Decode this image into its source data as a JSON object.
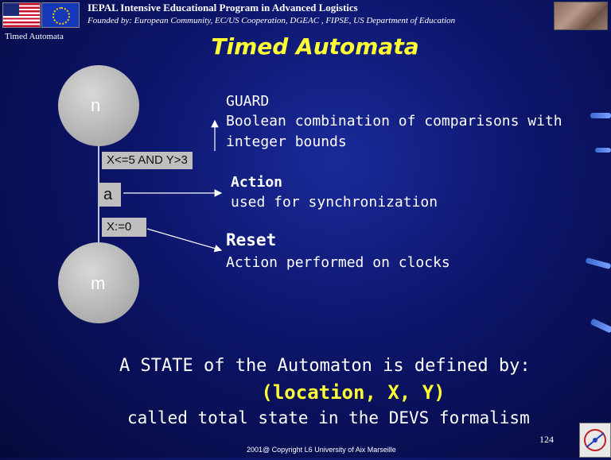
{
  "header": {
    "program": "IEPAL Intensive Educational Program in Advanced Logistics",
    "founders": "Founded by: European Community, EC/US Cooperation, DGEAC , FIPSE, US Department of Education"
  },
  "corner_label": "Timed Automata",
  "title": "Timed Automata",
  "diagram": {
    "state_n": "n",
    "state_m": "m",
    "guard_box": "X<=5 AND Y>3",
    "action_box": "a",
    "reset_box": "X:=0"
  },
  "annotations": {
    "guard_title": "GUARD",
    "guard_line1": "Boolean combination of comparisons with",
    "guard_line2": "integer bounds",
    "action_title": "Action",
    "action_desc": "used for synchronization",
    "reset_title": "Reset",
    "reset_desc": "Action performed on clocks"
  },
  "footer": {
    "line1": "A STATE of the Automaton is defined by:",
    "line2": "(location, X, Y)",
    "line3": "called total state in the DEVS formalism",
    "page_number": "124",
    "copyright": "2001@ Copyright  L6 University of Aix Marseille"
  },
  "colors": {
    "background": "#0c1468",
    "title": "#ffff33",
    "state_fill": "#c0c0c0",
    "text": "#ffffff"
  }
}
